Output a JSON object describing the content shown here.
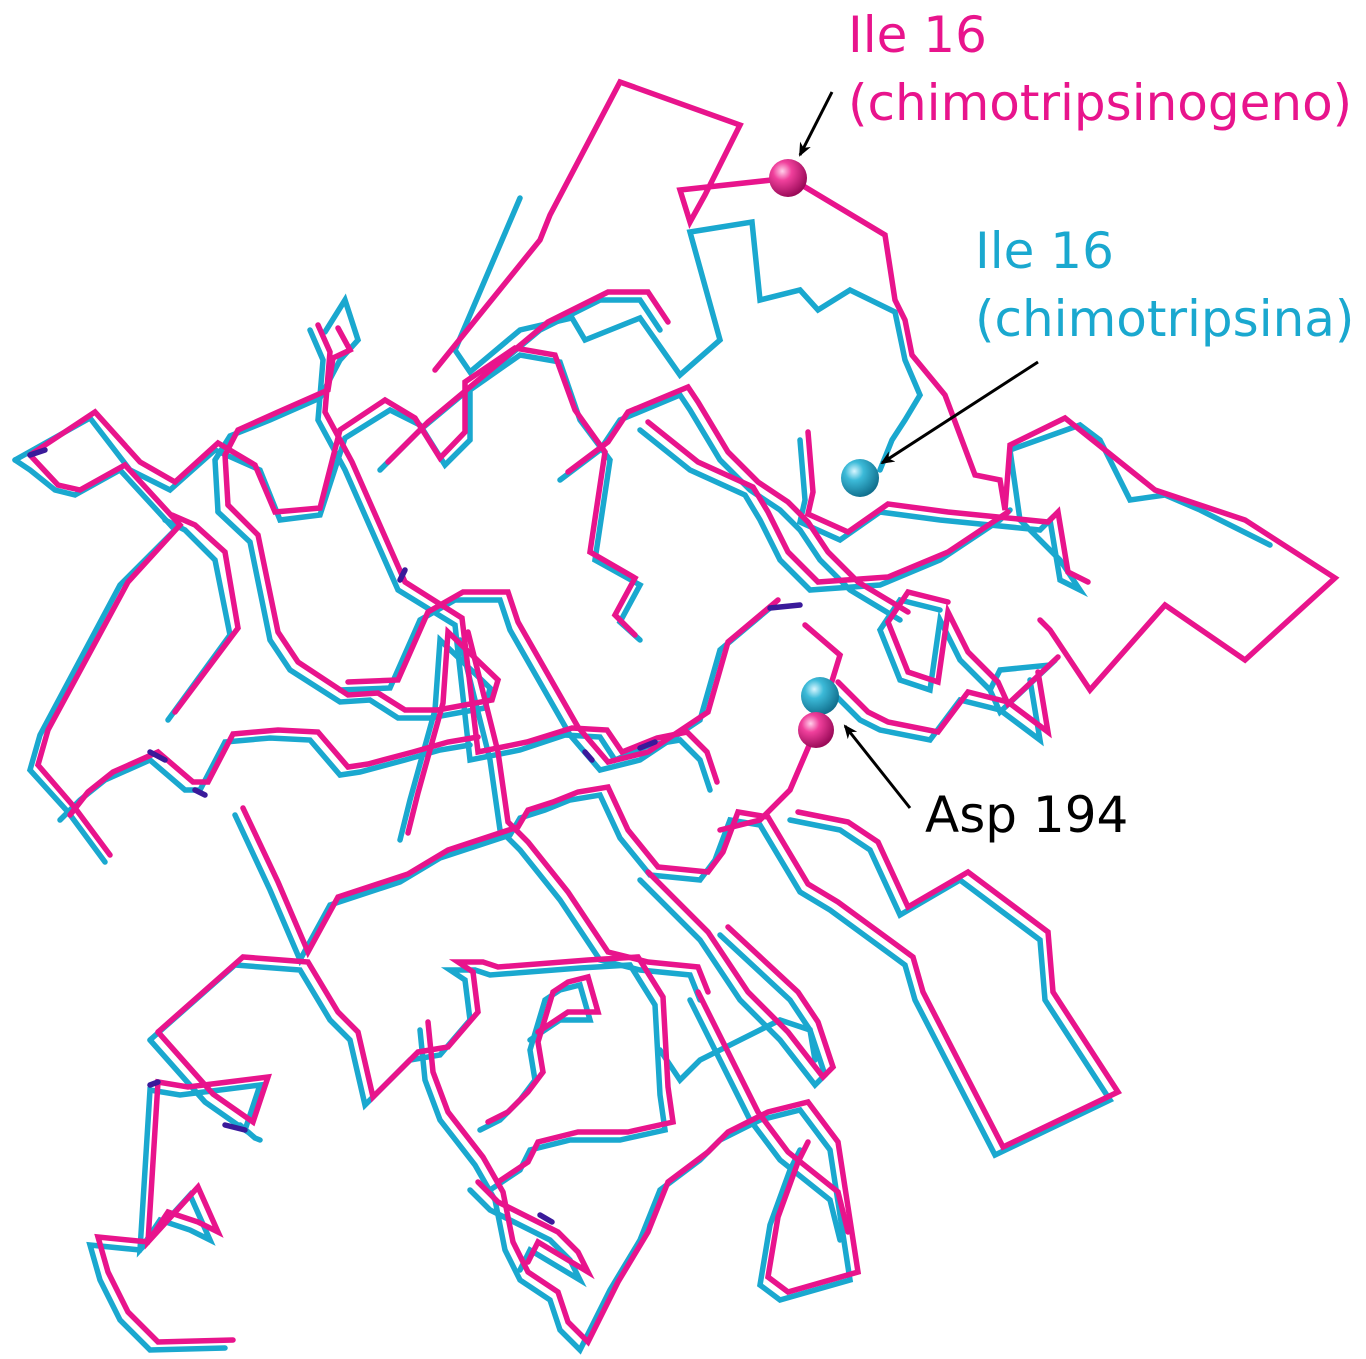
{
  "colors": {
    "chymotrypsinogen": "#e8148c",
    "chymotrypsin": "#1aa8cf",
    "overlap": "#3a1a9a",
    "annotation": "#000000",
    "background": "#ffffff"
  },
  "labels": {
    "ile16_zymogen": {
      "line1": "Ile 16",
      "line2": "(chimotripsinogeno)"
    },
    "ile16_active": {
      "line1": "Ile 16",
      "line2": "(chimotripsina)"
    },
    "asp194": "Asp 194"
  },
  "traces": [
    {
      "name": "chymotrypsinogen",
      "color_key": "chymotrypsinogen"
    },
    {
      "name": "chymotrypsin",
      "color_key": "chymotrypsin"
    }
  ],
  "markers": [
    {
      "name": "ile16-chymotrypsinogen-marker",
      "color_key": "chymotrypsinogen"
    },
    {
      "name": "ile16-chymotrypsin-marker",
      "color_key": "chymotrypsin"
    },
    {
      "name": "asp194-chymotrypsin-marker",
      "color_key": "chymotrypsin"
    },
    {
      "name": "asp194-chymotrypsinogen-marker",
      "color_key": "chymotrypsinogen"
    }
  ]
}
